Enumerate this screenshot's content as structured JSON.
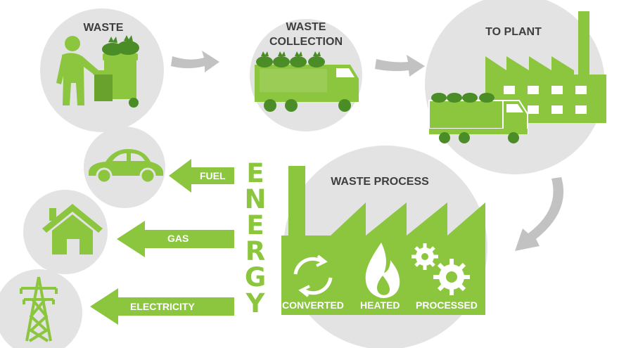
{
  "colors": {
    "green": "#8cc63f",
    "dark_green": "#4a8c26",
    "circle_gray": "#e3e3e3",
    "arrow_gray": "#c2c2c2",
    "label_dark": "#3e3e3e",
    "white": "#ffffff"
  },
  "stages": {
    "waste": "WASTE",
    "collection_line1": "WASTE",
    "collection_line2": "COLLECTION",
    "to_plant": "TO PLANT",
    "process": "WASTE PROCESS"
  },
  "process_steps": {
    "converted": "CONVERTED",
    "heated": "HEATED",
    "processed": "PROCESSED"
  },
  "energy": {
    "letters": [
      "E",
      "N",
      "E",
      "R",
      "G",
      "Y"
    ]
  },
  "outputs": {
    "fuel": "FUEL",
    "gas": "GAS",
    "electricity": "ELECTRICITY"
  },
  "icons": [
    "person-icon",
    "bin-icon",
    "truck-icon",
    "garbage-bags-icon",
    "factory-icon",
    "recycle-icon",
    "flame-icon",
    "gears-icon",
    "car-icon",
    "house-icon",
    "power-tower-icon"
  ]
}
